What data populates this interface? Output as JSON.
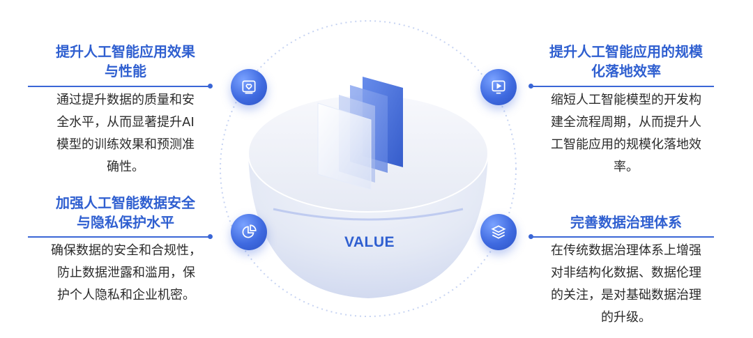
{
  "center": {
    "label": "VALUE"
  },
  "quadrants": {
    "top_left": {
      "title_lines": [
        "提升人工智能应用效果",
        "与性能"
      ],
      "body_lines": [
        "通过提升数据的质量和安",
        "全水平，从而显著提升AI",
        "模型的训练效果和预测准",
        "确性。"
      ],
      "icon": "image-heart-icon"
    },
    "bottom_left": {
      "title_lines": [
        "加强人工智能数据安全",
        "与隐私保护水平"
      ],
      "body_lines": [
        "确保数据的安全和合规性，",
        "防止数据泄露和滥用，保",
        "护个人隐私和企业机密。"
      ],
      "icon": "pie-chart-icon"
    },
    "top_right": {
      "title_lines": [
        "提升人工智能应用的规模",
        "化落地效率"
      ],
      "body_lines": [
        "缩短人工智能模型的开发构",
        "建全流程周期，从而提升人",
        "工智能应用的规模化落地效",
        "率。"
      ],
      "icon": "monitor-play-icon"
    },
    "bottom_right": {
      "title_lines": [
        "完善数据治理体系"
      ],
      "body_lines": [
        "在传统数据治理体系上增强",
        "对非结构化数据、数据伦理",
        "的关注，是对基础数据治理",
        "的升级。"
      ],
      "icon": "layers-icon"
    }
  },
  "colors": {
    "accent": "#3a66d6",
    "title": "#2f5fd0",
    "text": "#2b2b2b"
  }
}
